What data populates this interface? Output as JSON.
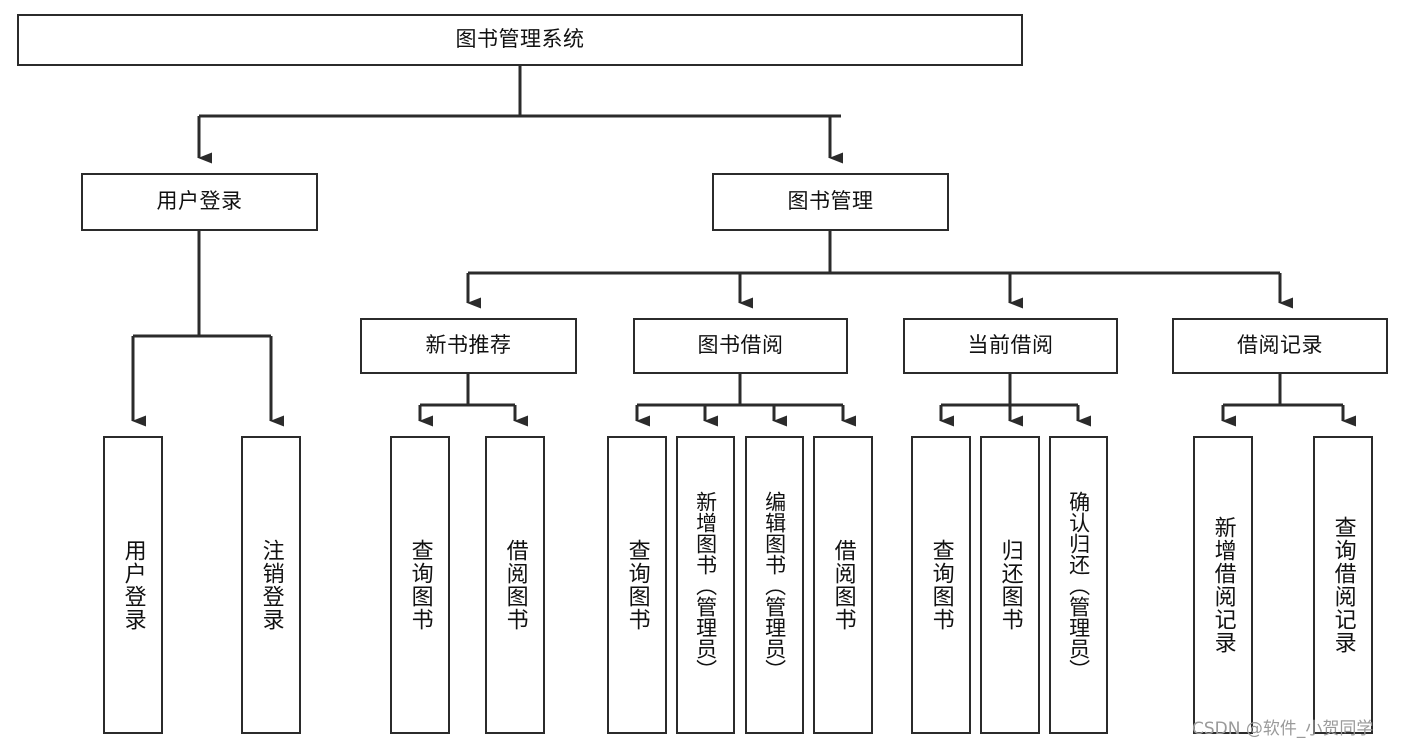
{
  "diagram": {
    "title": "图书管理系统",
    "type": "tree",
    "watermark": "CSDN @软件_小贺同学",
    "colors": {
      "stroke": "#2b2b2b",
      "fill": "#ffffff",
      "text": "#111111",
      "watermark": "#9a9a9a",
      "background": "#ffffff"
    }
  },
  "nodes": {
    "root": {
      "label": "图书管理系统"
    },
    "level2": [
      {
        "label": "用户登录"
      },
      {
        "label": "图书管理"
      }
    ],
    "level3": [
      {
        "label": "新书推荐"
      },
      {
        "label": "图书借阅"
      },
      {
        "label": "当前借阅"
      },
      {
        "label": "借阅记录"
      }
    ],
    "leaves": [
      {
        "label": "用户登录",
        "parent": "用户登录"
      },
      {
        "label": "注销登录",
        "parent": "用户登录"
      },
      {
        "label": "查询图书",
        "parent": "新书推荐"
      },
      {
        "label": "借阅图书",
        "parent": "新书推荐"
      },
      {
        "label": "查询图书",
        "parent": "图书借阅"
      },
      {
        "label": "新增图书（管理员）",
        "parent": "图书借阅"
      },
      {
        "label": "编辑图书（管理员）",
        "parent": "图书借阅"
      },
      {
        "label": "借阅图书",
        "parent": "图书借阅"
      },
      {
        "label": "查询图书",
        "parent": "当前借阅"
      },
      {
        "label": "归还图书",
        "parent": "当前借阅"
      },
      {
        "label": "确认归还（管理员）",
        "parent": "当前借阅"
      },
      {
        "label": "新增借阅记录",
        "parent": "借阅记录"
      },
      {
        "label": "查询借阅记录",
        "parent": "借阅记录"
      }
    ]
  }
}
